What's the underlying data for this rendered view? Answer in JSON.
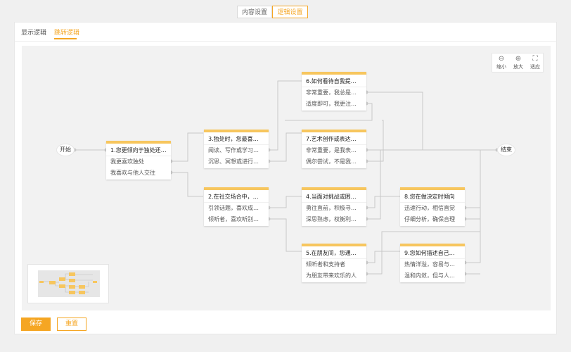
{
  "top_tabs": [
    {
      "label": "内容设置",
      "active": false
    },
    {
      "label": "逻辑设置",
      "active": true
    }
  ],
  "sub_tabs": [
    {
      "label": "显示逻辑",
      "active": false
    },
    {
      "label": "跳转逻辑",
      "active": true
    }
  ],
  "zoom_controls": [
    {
      "icon": "zoom-out-icon",
      "glyph": "⊖",
      "label": "缩小"
    },
    {
      "icon": "zoom-in-icon",
      "glyph": "⊕",
      "label": "放大"
    },
    {
      "icon": "fit-icon",
      "glyph": "⛶",
      "label": "适应"
    }
  ],
  "flow": {
    "start": "开始",
    "end": "结束",
    "questions": [
      {
        "id": "q1",
        "title": "1.您更倾向于独处还…",
        "options": [
          "我更喜欢独处",
          "我喜欢与他人交往"
        ]
      },
      {
        "id": "q3",
        "title": "3.独处时，您最喜…",
        "options": [
          "阅读、写作或学习…",
          "沉思、冥想或进行…"
        ]
      },
      {
        "id": "q2",
        "title": "2.在社交场合中，…",
        "options": [
          "引领话题，喜欢成…",
          "倾听者，喜欢听别…"
        ]
      },
      {
        "id": "q6",
        "title": "6.如何看待自我提…",
        "options": [
          "非常重要，我总是…",
          "适度即可，我更注…"
        ]
      },
      {
        "id": "q7",
        "title": "7.艺术创作或表达…",
        "options": [
          "非常重要，是我表…",
          "偶尔尝试，不是我…"
        ]
      },
      {
        "id": "q4",
        "title": "4.当面对挑战或困…",
        "options": [
          "勇往直前，积极寻…",
          "深思熟虑，权衡利…"
        ]
      },
      {
        "id": "q5",
        "title": "5.在朋友间，您通…",
        "options": [
          "倾听者和支持者",
          "为朋友带来欢乐的人"
        ]
      },
      {
        "id": "q8",
        "title": "8.您在做决定时倾向",
        "options": [
          "迅速行动，相信直觉",
          "仔细分析，确保合理"
        ]
      },
      {
        "id": "q9",
        "title": "9.您如何描述自己…",
        "options": [
          "热情洋溢，容易与…",
          "温和内敛，但与人…"
        ]
      }
    ]
  },
  "footer": {
    "save": "保存",
    "reset": "重置"
  },
  "colors": {
    "accent": "#f5a623",
    "node_top": "#f7c65e",
    "edge": "#c8c8c8"
  }
}
